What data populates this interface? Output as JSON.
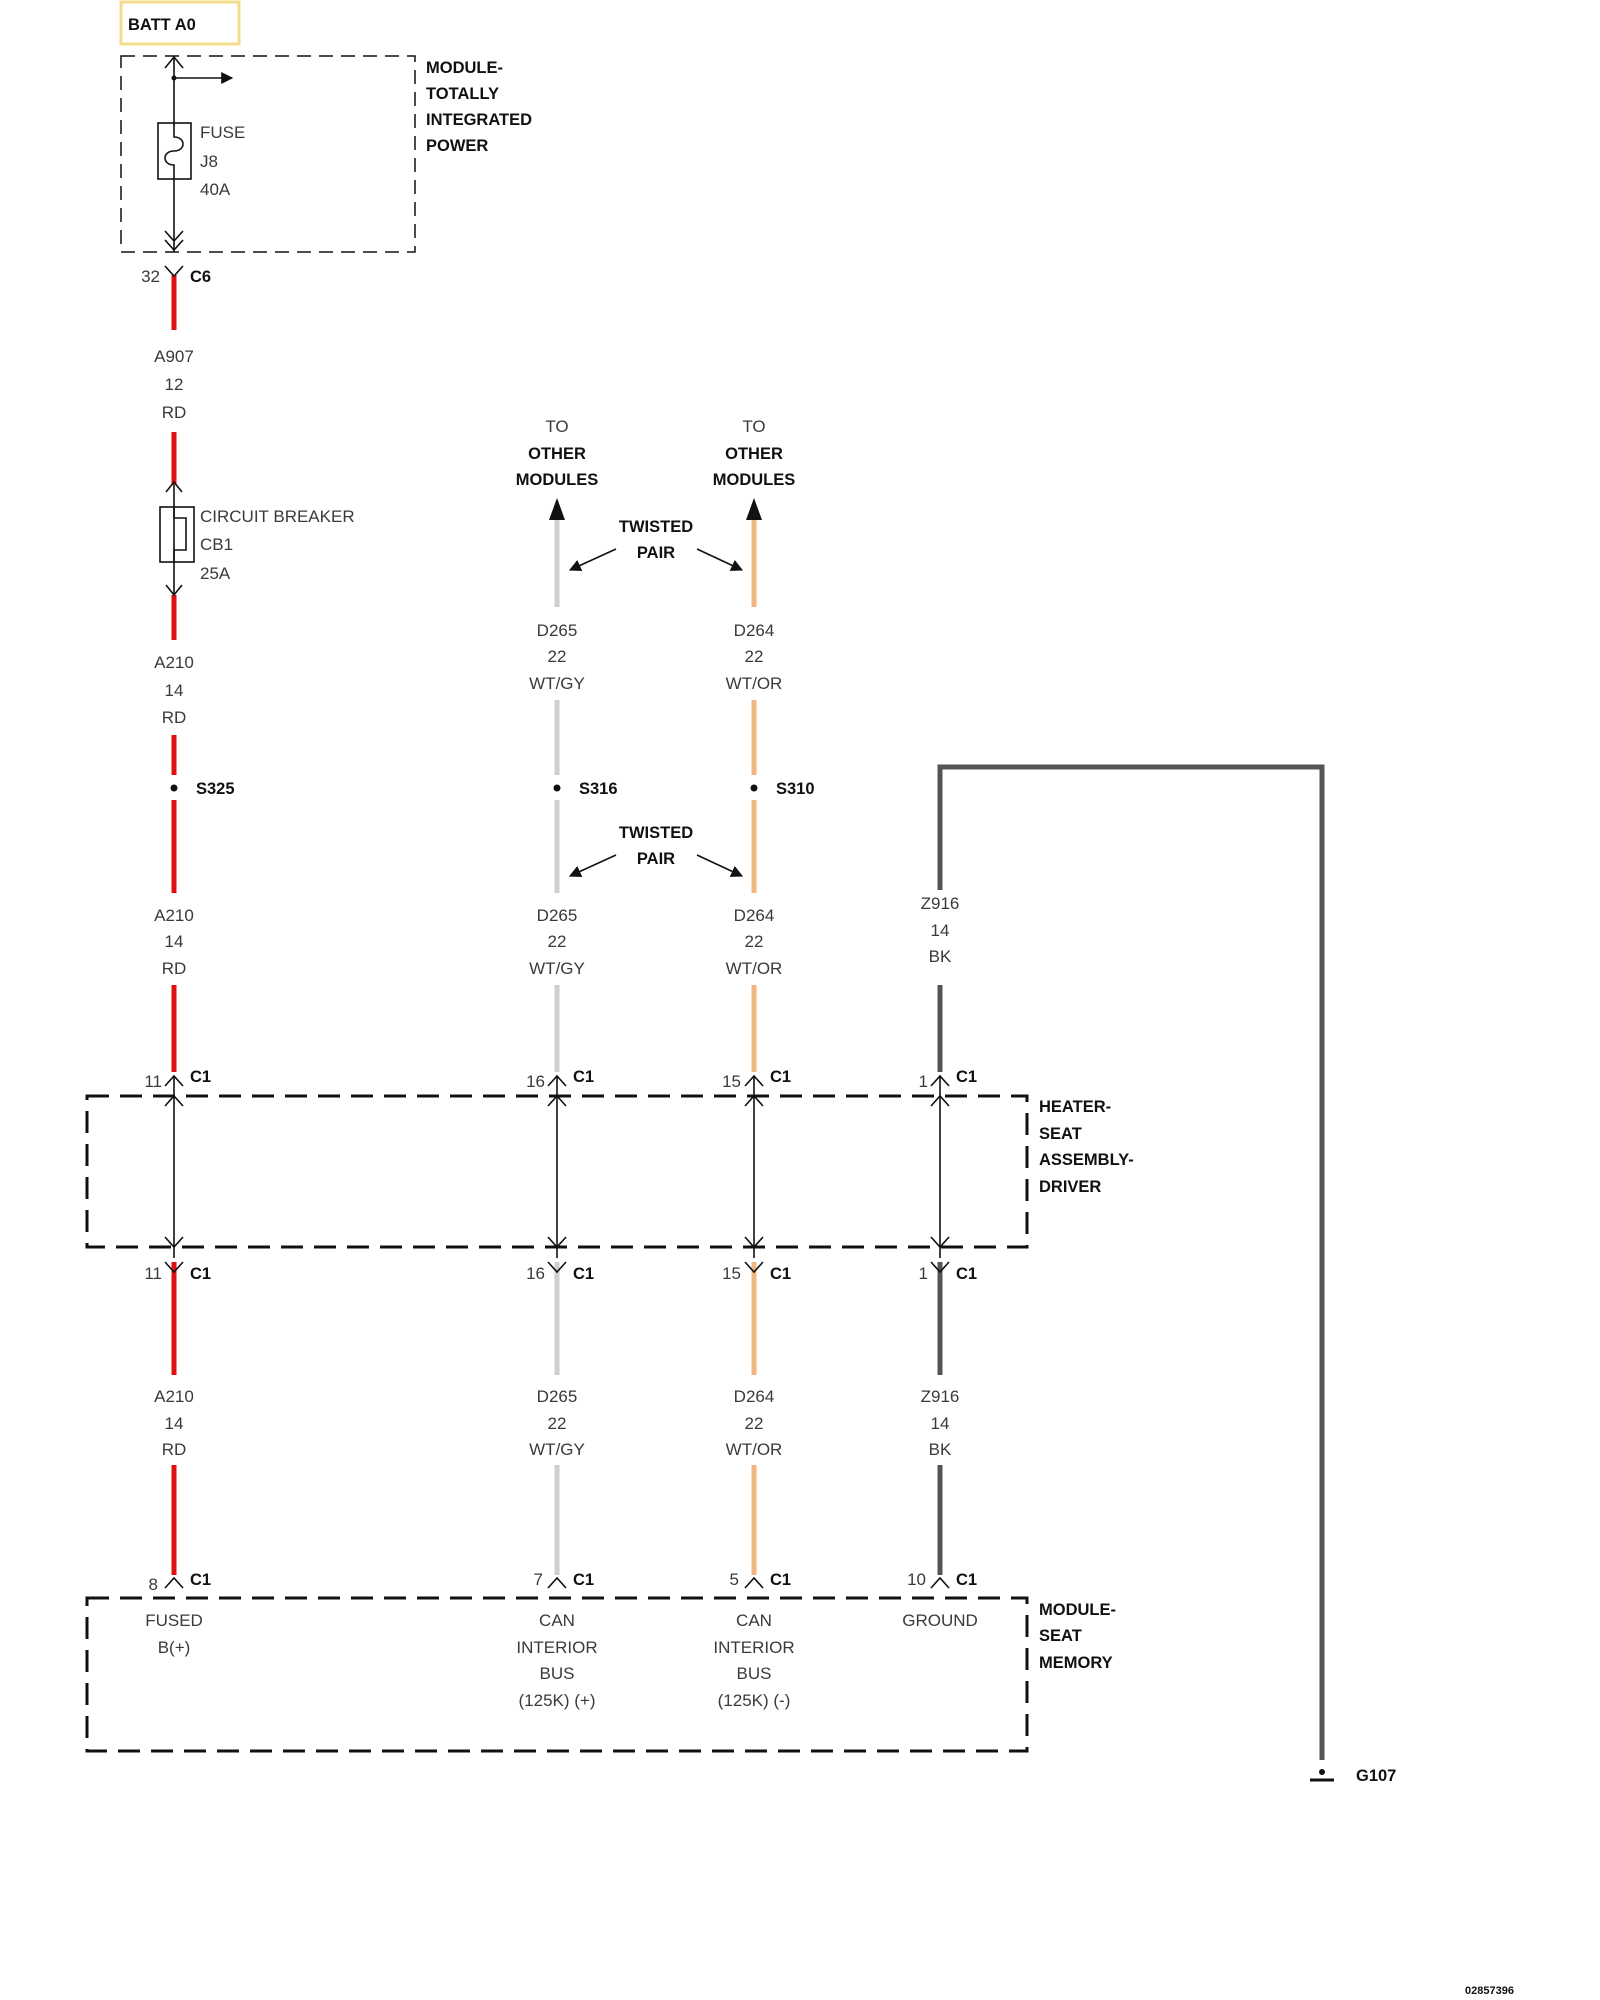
{
  "colors": {
    "red": "#e01010",
    "gray": "#cfcfcf",
    "orange": "#f2b681",
    "black": "#555555",
    "batt_box": "#f3dc8a"
  },
  "batt": {
    "label": "BATT A0"
  },
  "tipm": {
    "name_lines": [
      "MODULE-",
      "TOTALLY",
      "INTEGRATED",
      "POWER"
    ],
    "fuse_lines": [
      "FUSE",
      "J8",
      "40A"
    ],
    "pin": "32",
    "connector": "C6"
  },
  "wire_a907": [
    "A907",
    "12",
    "RD"
  ],
  "breaker": {
    "lines": [
      "CIRCUIT BREAKER",
      "CB1",
      "25A"
    ]
  },
  "wire_a210": [
    "A210",
    "14",
    "RD"
  ],
  "wire_d265": [
    "D265",
    "22",
    "WT/GY"
  ],
  "wire_d264": [
    "D264",
    "22",
    "WT/OR"
  ],
  "wire_z916": [
    "Z916",
    "14",
    "BK"
  ],
  "to_other_modules": [
    "TO",
    "OTHER",
    "MODULES"
  ],
  "twisted_pair": [
    "TWISTED",
    "PAIR"
  ],
  "splices": {
    "s325": "S325",
    "s316": "S316",
    "s310": "S310"
  },
  "connector_label": "C1",
  "heater_pins": {
    "a210": "11",
    "d265": "16",
    "d264": "15",
    "z916": "1"
  },
  "heater_seat": {
    "name_lines": [
      "HEATER-",
      "SEAT",
      "ASSEMBLY-",
      "DRIVER"
    ]
  },
  "memory_pins": {
    "a210": "8",
    "d265": "7",
    "d264": "5",
    "z916": "10"
  },
  "memory_functions": {
    "fused": [
      "FUSED",
      "B(+)"
    ],
    "can_pos": [
      "CAN",
      "INTERIOR",
      "BUS",
      "(125K) (+)"
    ],
    "can_neg": [
      "CAN",
      "INTERIOR",
      "BUS",
      "(125K) (-)"
    ],
    "ground": [
      "GROUND"
    ]
  },
  "seat_memory": {
    "name_lines": [
      "MODULE-",
      "SEAT",
      "MEMORY"
    ]
  },
  "ground": {
    "label": "G107"
  },
  "doc_id": "02857396"
}
